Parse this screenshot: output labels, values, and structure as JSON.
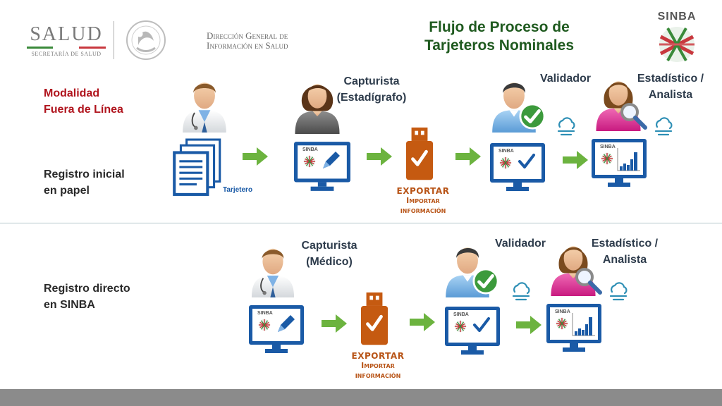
{
  "header": {
    "salud": "SALUD",
    "secretaria": "SECRETARÍA DE SALUD",
    "direccion_line1": "Dirección General de",
    "direccion_line2": "Información en Salud",
    "title_line1": "Flujo de Proceso de",
    "title_line2": "Tarjeteros Nominales",
    "sinba": "SINBA"
  },
  "row1": {
    "modalidad_line1": "Modalidad",
    "modalidad_line2": "Fuera de Línea",
    "label_line1": "Registro inicial",
    "label_line2": "en papel",
    "tarjetero": "Tarjetero",
    "capturista_line1": "Capturista",
    "capturista_line2": "(Estadígrafo)",
    "validador": "Validador",
    "estadistico_line1": "Estadístico /",
    "estadistico_line2": "Analista",
    "exportar": "EXPORTAR",
    "importar": "Importar",
    "informacion": "información"
  },
  "row2": {
    "label_line1": "Registro directo",
    "label_line2": "en SINBA",
    "capturista_line1": "Capturista",
    "capturista_line2": "(Médico)",
    "validador": "Validador",
    "estadistico_line1": "Estadístico /",
    "estadistico_line2": "Analista",
    "exportar": "EXPORTAR",
    "importar": "Importar",
    "informacion": "información"
  },
  "monitor_brand": "SINBA",
  "colors": {
    "title_green": "#1f5a1f",
    "modalidad_red": "#b0141d",
    "monitor_blue": "#1a5aa6",
    "arrow_green": "#6cb33f",
    "usb_orange": "#c55a11",
    "check_green": "#3c9a3c",
    "cloud_blue": "#2e8fb5"
  },
  "icons": [
    "doctor-icon",
    "woman-icon",
    "man-validator-icon",
    "analyst-icon",
    "documents-icon",
    "monitor-icon",
    "usb-drive-icon",
    "cloud-sync-icon",
    "arrow-right-icon",
    "check-icon"
  ]
}
